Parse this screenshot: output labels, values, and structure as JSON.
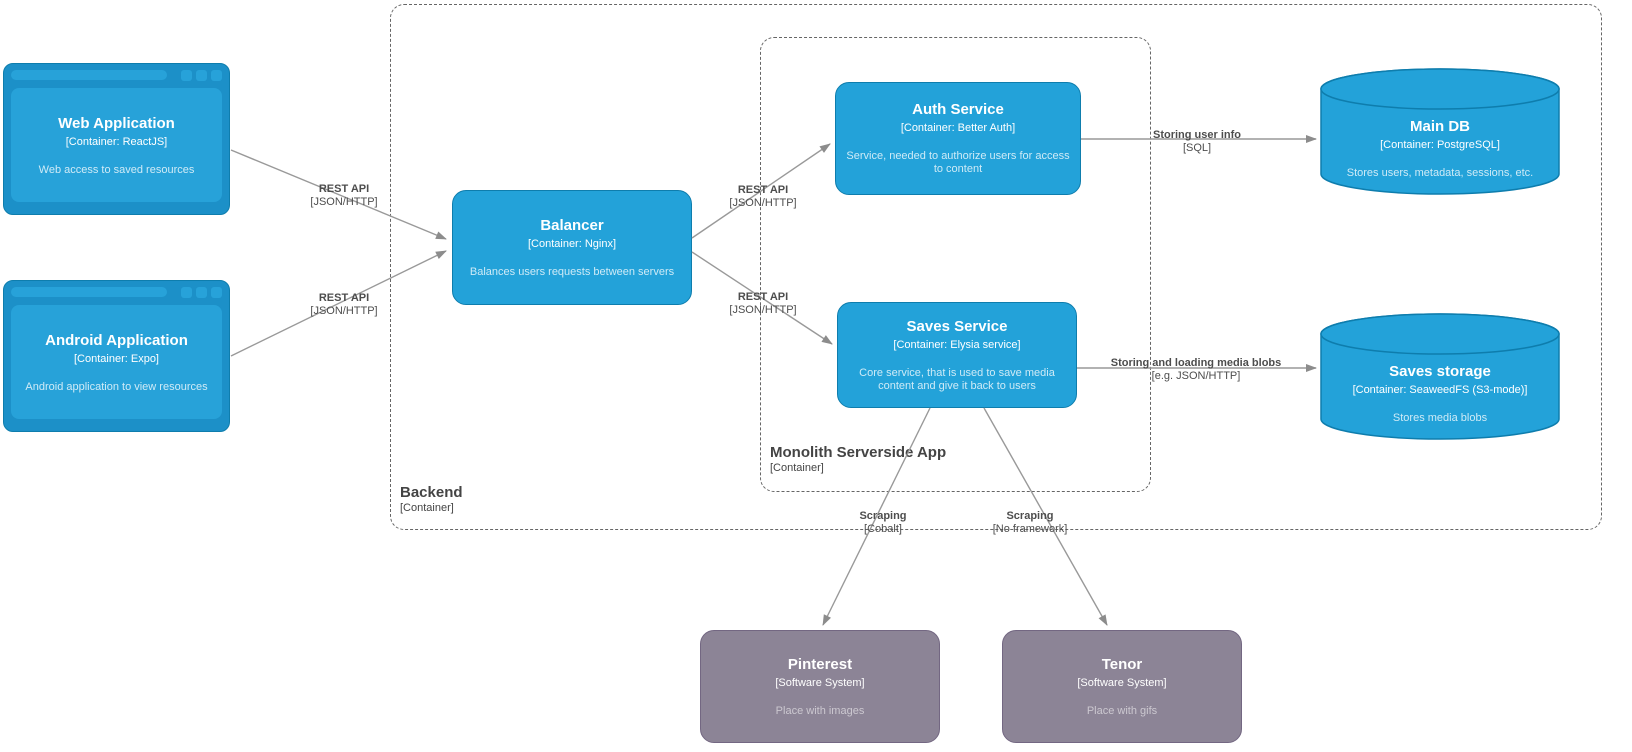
{
  "boundaries": {
    "backend": {
      "title": "Backend",
      "meta": "[Container]"
    },
    "monolith": {
      "title": "Monolith Serverside App",
      "meta": "[Container]"
    }
  },
  "nodes": {
    "web_app": {
      "title": "Web Application",
      "meta": "[Container: ReactJS]",
      "desc": "Web access to saved resources"
    },
    "android_app": {
      "title": "Android Application",
      "meta": "[Container: Expo]",
      "desc": "Android application to view resources"
    },
    "balancer": {
      "title": "Balancer",
      "meta": "[Container: Nginx]",
      "desc": "Balances users requests between servers"
    },
    "auth_service": {
      "title": "Auth Service",
      "meta": "[Container: Better Auth]",
      "desc": "Service, needed to authorize users for access to content"
    },
    "saves_service": {
      "title": "Saves Service",
      "meta": "[Container: Elysia service]",
      "desc": "Core service, that is used to save media content and give it back to users"
    },
    "main_db": {
      "title": "Main DB",
      "meta": "[Container: PostgreSQL]",
      "desc": "Stores users, metadata, sessions, etc."
    },
    "saves_storage": {
      "title": "Saves storage",
      "meta": "[Container: SeaweedFS (S3-mode)]",
      "desc": "Stores media blobs"
    },
    "pinterest": {
      "title": "Pinterest",
      "meta": "[Software System]",
      "desc": "Place with images"
    },
    "tenor": {
      "title": "Tenor",
      "meta": "[Software System]",
      "desc": "Place with gifs"
    }
  },
  "edges": {
    "web_to_balancer": {
      "label": "REST API",
      "tech": "[JSON/HTTP]"
    },
    "android_to_balancer": {
      "label": "REST API",
      "tech": "[JSON/HTTP]"
    },
    "balancer_to_auth": {
      "label": "REST API",
      "tech": "[JSON/HTTP]"
    },
    "balancer_to_saves": {
      "label": "REST API",
      "tech": "[JSON/HTTP]"
    },
    "auth_to_maindb": {
      "label": "Storing user info",
      "tech": "[SQL]"
    },
    "saves_to_storage": {
      "label": "Storing and loading media blobs",
      "tech": "[e.g. JSON/HTTP]"
    },
    "saves_to_pinterest": {
      "label": "Scraping",
      "tech": "[Cobalt]"
    },
    "saves_to_tenor": {
      "label": "Scraping",
      "tech": "[No framework]"
    }
  },
  "colors": {
    "background": "#FFFFFF",
    "container_fill": "#23A2D9",
    "container_fill_dark": "#1C90C8",
    "container_fill_light": "#27A2D9",
    "container_stroke": "#0E7DAD",
    "external_fill": "#8C8496",
    "external_stroke": "#736782",
    "line": "#999999",
    "arrowhead": "#8C8C8C",
    "edge_label": "#4D4D4D",
    "boundary_line": "#666666",
    "boundary_label": "#444444"
  }
}
